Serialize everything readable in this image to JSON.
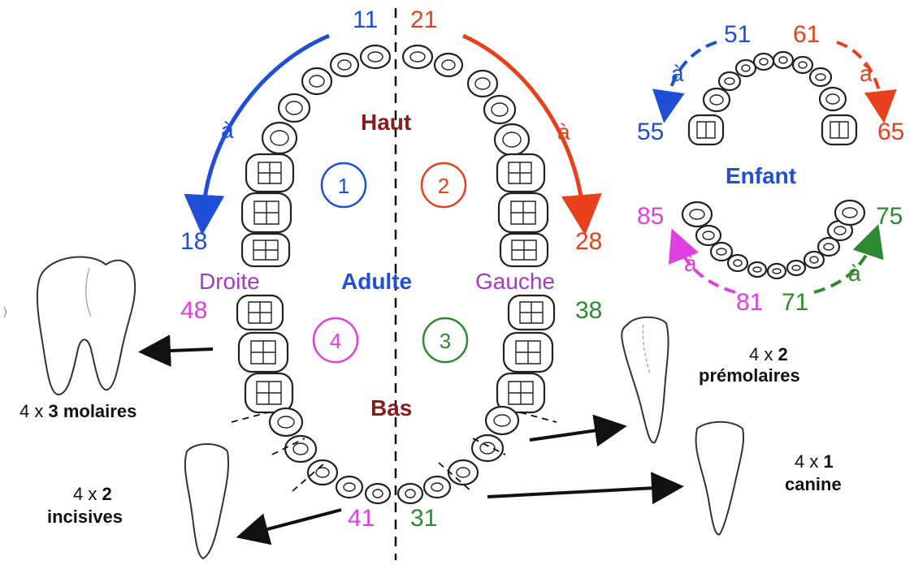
{
  "adult": {
    "n11": "11",
    "n21": "21",
    "n18": "18",
    "n28": "28",
    "n48": "48",
    "n38": "38",
    "n41": "41",
    "n31": "31",
    "a_left": "à",
    "a_right": "à",
    "haut": "Haut",
    "bas": "Bas",
    "droite": "Droite",
    "adulte": "Adulte",
    "gauche": "Gauche",
    "q1": "1",
    "q2": "2",
    "q3": "3",
    "q4": "4"
  },
  "child": {
    "n51": "51",
    "n61": "61",
    "n55": "55",
    "n65": "65",
    "n85": "85",
    "n75": "75",
    "n81": "81",
    "n71": "71",
    "a1": "à",
    "a2": "à",
    "a3": "à",
    "a4": "à",
    "enfant": "Enfant"
  },
  "captions": {
    "molaires_pre": "4 x ",
    "molaires_bold": "3 molaires",
    "premolaires_pre": "4 x ",
    "premolaires_num": "2",
    "premolaires": "prémolaires",
    "incisives_pre": "4 x ",
    "incisives_num": "2",
    "incisives": "incisives",
    "canine_pre": "4 x ",
    "canine_num": "1",
    "canine": "canine"
  },
  "colors": {
    "blue": "#1f4fd8",
    "red": "#e8401c",
    "magenta": "#e040e0",
    "green": "#2e8a2e",
    "purple": "#a23cc0",
    "darkred": "#8b1a1a"
  },
  "icons": [
    "tooth-icon",
    "molar-icon",
    "premolar-icon",
    "incisor-icon",
    "canine-icon",
    "arrow-icon"
  ]
}
